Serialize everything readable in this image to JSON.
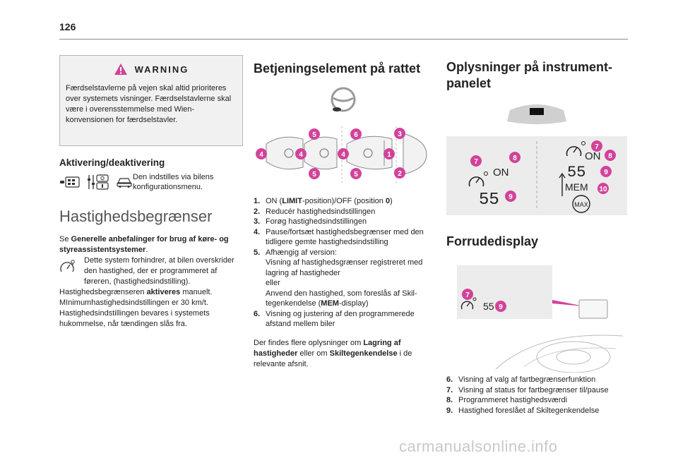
{
  "page": {
    "number": "126"
  },
  "warning": {
    "title": "WARNING",
    "text": "Færdselstavlerne på vejen skal altid prioriteres over systemets visninger. Færdselstavlerne skal være i overensstemmelse med Wien-konvensionen for færdselstavler."
  },
  "activation": {
    "heading": "Aktivering/deaktivering",
    "note": "Den indstilles via bilens konfigurationsmenu."
  },
  "speed_limiter": {
    "heading": "Hastighedsbegrænser",
    "see_prefix": "Se",
    "see_bold": "Generelle anbefalinger for brug af køre- og styreassistentsystemer",
    "see_suffix": ".",
    "p1": "Dette system forhindrer, at bilen overskrider den hastighed, der er programmeret af føreren, (hastighedsindstilling).",
    "p2_prefix": "Hastighedsbegrænseren",
    "p2_bold": "aktiveres",
    "p2_suffix": "manuelt.",
    "p3": "MInimumhastighedsindstillingen er 30 km/t.",
    "p4": "Hastighedsindstillingen bevares i systemets hukommelse, når tændingen slås fra."
  },
  "steering": {
    "heading": "Betjeningselement på rattet",
    "figure_labels": [
      "1",
      "2",
      "3",
      "4",
      "5",
      "6"
    ],
    "items": [
      {
        "n": "1.",
        "parts": [
          "ON (",
          "LIMIT",
          "-position)/OFF (position ",
          "0",
          ")"
        ]
      },
      {
        "n": "2.",
        "text": "Reducér hastighedsindstillingen"
      },
      {
        "n": "3.",
        "text": "Forøg hastighedsindstillingen"
      },
      {
        "n": "4.",
        "text": "Pause/fortsæt hastighedsbegrænser med den tidligere gemte hastighedsindstilling"
      },
      {
        "n": "5.",
        "line1": "Afhængig af version:",
        "line2": "Visning af hastighedsgrænser registreret med lagring af hastigheder",
        "line3": "eller",
        "line4_prefix": "Anvend den hastighed, som foreslås af Skil-tegenkendelse (",
        "line4_bold": "MEM",
        "line4_suffix": "-display)"
      },
      {
        "n": "6.",
        "text": "Visning og justering af den programmerede afstand mellem biler"
      }
    ],
    "more_prefix": "Der findes flere oplysninger om",
    "more_bold1": "Lagring af hastigheder",
    "more_mid": "eller om",
    "more_bold2": "Skiltegenkendelse",
    "more_suffix": "i de relevante afsnit."
  },
  "instrument": {
    "heading_line1": "Oplysninger på instrument-",
    "heading_line2": "panelet",
    "left_on": "ON",
    "left_speed": "55",
    "right_on": "ON",
    "right_speed": "55",
    "mem": "MEM",
    "max": "MAX",
    "labels": [
      "7",
      "8",
      "9",
      "7",
      "8",
      "9",
      "10"
    ]
  },
  "hud": {
    "heading": "Forrudedisplay",
    "speed": "55",
    "labels": [
      "7",
      "9"
    ],
    "items": [
      {
        "n": "6.",
        "text": "Visning af valg af fartbegrænserfunktion"
      },
      {
        "n": "7.",
        "text": "Visning af status for fartbegrænser til/pause"
      },
      {
        "n": "8.",
        "text": "Programmeret hastighedsværdi"
      },
      {
        "n": "9.",
        "text": "Hastighed foreslået af Skiltegenkendelse"
      }
    ]
  },
  "watermark": "carmanualsonline.info",
  "colors": {
    "accent": "#d1439a",
    "panel": "#ececec",
    "rule": "#8a8a8a"
  }
}
